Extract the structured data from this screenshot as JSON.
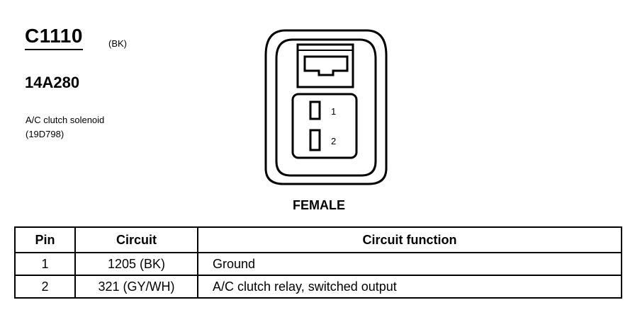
{
  "connector": {
    "id": "C1110",
    "color": "(BK)",
    "part_number": "14A280",
    "description": [
      "A/C clutch solenoid",
      "(19D798)"
    ],
    "gender": "FEMALE",
    "pin_labels": [
      "1",
      "2"
    ]
  },
  "table": {
    "headers": [
      "Pin",
      "Circuit",
      "Circuit function"
    ],
    "rows": [
      [
        "1",
        "1205 (BK)",
        "Ground"
      ],
      [
        "2",
        "321 (GY/WH)",
        "A/C clutch relay, switched output"
      ]
    ]
  }
}
